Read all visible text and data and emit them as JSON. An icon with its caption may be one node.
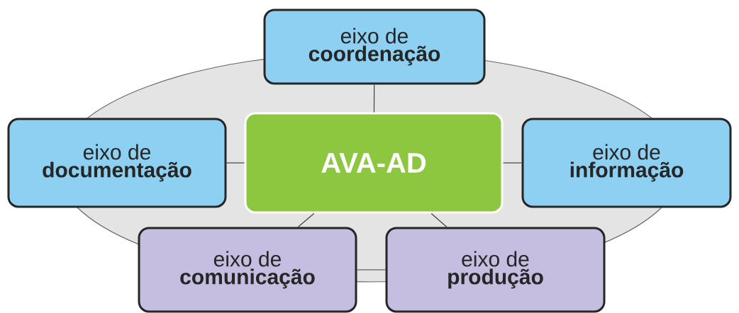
{
  "diagram": {
    "nodes": [
      {
        "text": [
          "eixo de",
          "coordenação"
        ]
      },
      {
        "text": [
          "eixo de",
          "documentação"
        ]
      },
      {
        "text": [
          "AVA-AD"
        ]
      },
      {
        "text": [
          "eixo de",
          "informação"
        ]
      },
      {
        "text": [
          "eixo de",
          "comunicação"
        ]
      },
      {
        "text": [
          "eixo de",
          "produção"
        ]
      }
    ],
    "edges": [
      {
        "from": 2,
        "to": 0,
        "arrow": "none"
      },
      {
        "from": 2,
        "to": 1,
        "arrow": "none"
      },
      {
        "from": 2,
        "to": 3,
        "arrow": "none"
      },
      {
        "from": 2,
        "to": 4,
        "arrow": "none"
      },
      {
        "from": 2,
        "to": 5,
        "arrow": "none"
      },
      {
        "from": 4,
        "to": 5,
        "arrow": "none"
      }
    ]
  }
}
